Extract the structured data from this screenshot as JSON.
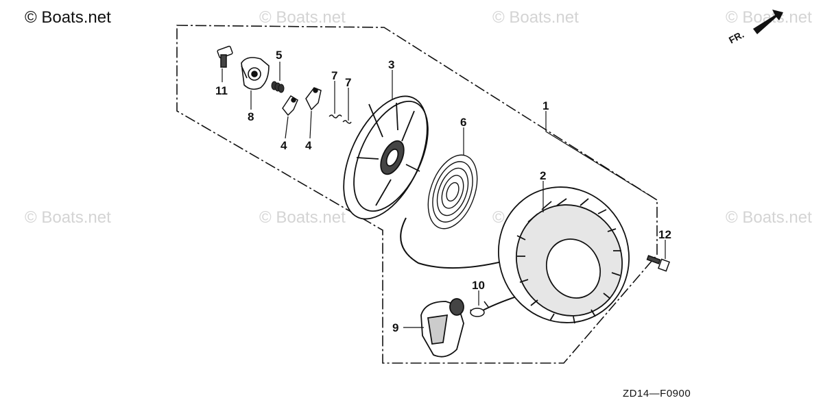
{
  "header": {
    "copyright": "© Boats.net"
  },
  "watermarks": [
    {
      "text": "© Boats.net"
    },
    {
      "text": "© Boats.net"
    },
    {
      "text": "© Boats.net"
    },
    {
      "text": "© Boats.net"
    },
    {
      "text": "© Boats.net"
    },
    {
      "text": "© Boats.net"
    },
    {
      "text": "© Boats.net"
    },
    {
      "text": "© Boats.net"
    }
  ],
  "direction_marker": {
    "text": "FR."
  },
  "callouts": [
    "1",
    "2",
    "3",
    "4",
    "4",
    "5",
    "6",
    "7",
    "7",
    "8",
    "9",
    "10",
    "11",
    "12"
  ],
  "drawing_code": "ZD14—F0900"
}
